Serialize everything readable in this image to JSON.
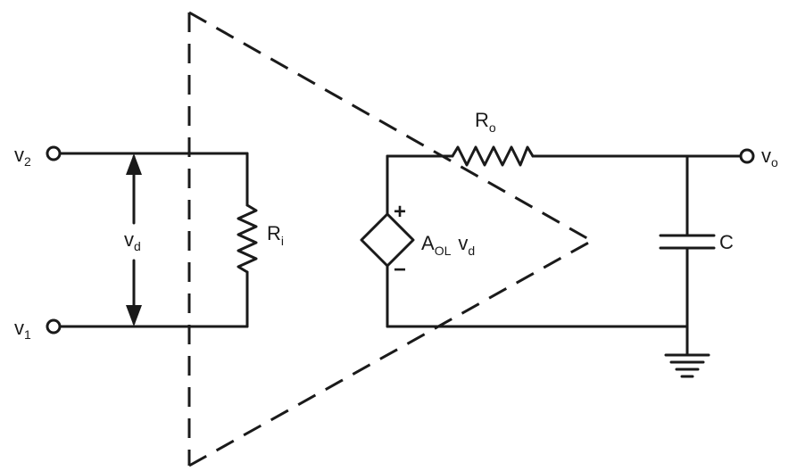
{
  "labels": {
    "v2": {
      "main": "v",
      "sub": "2"
    },
    "v1": {
      "main": "v",
      "sub": "1"
    },
    "vd": {
      "main": "v",
      "sub": "d"
    },
    "ri": {
      "main": "R",
      "sub": "i"
    },
    "ro": {
      "main": "R",
      "sub": "o"
    },
    "aol": {
      "main": "A",
      "sub": "OL",
      "tail": "v",
      "tail_sub": "d"
    },
    "plus": "+",
    "minus": "−",
    "c": "C",
    "vo": {
      "main": "v",
      "sub": "o"
    }
  }
}
